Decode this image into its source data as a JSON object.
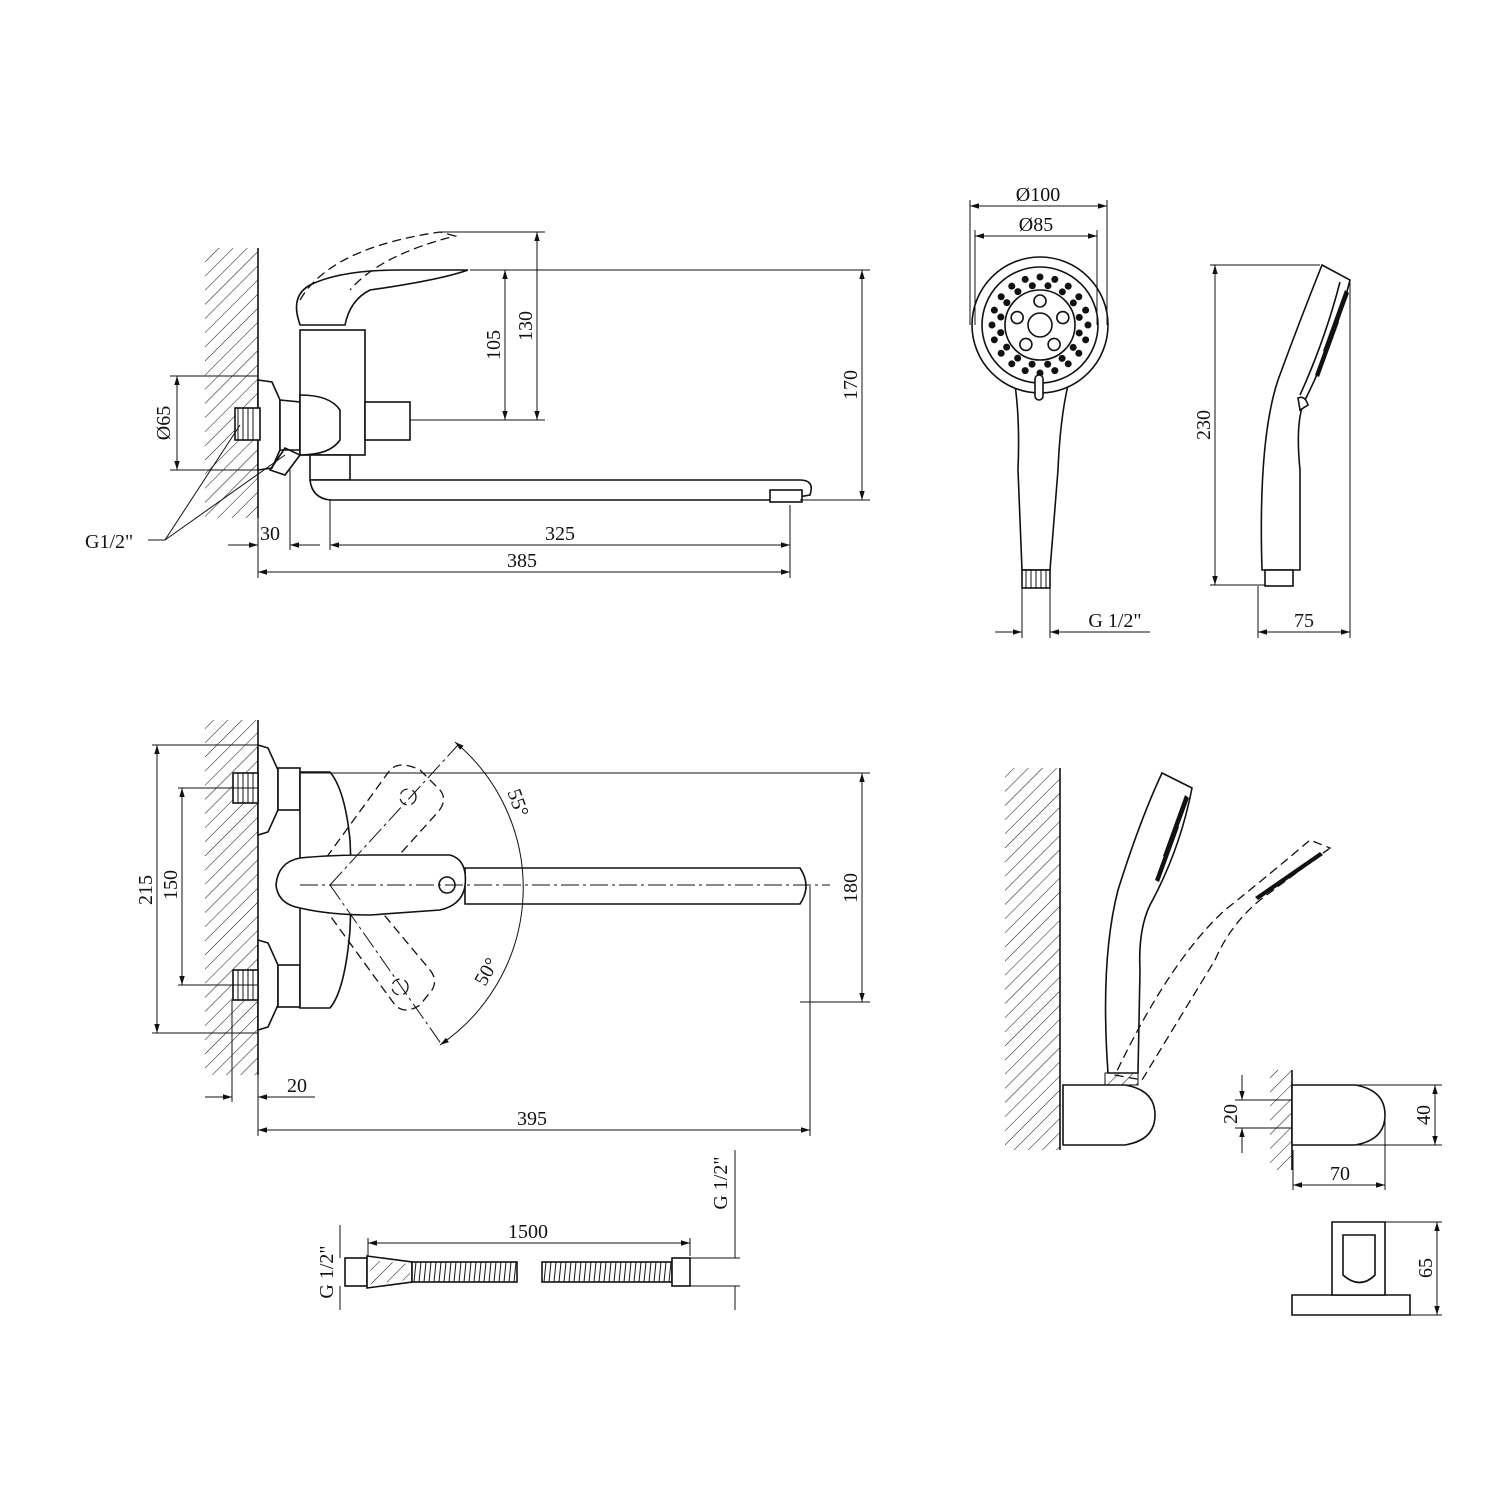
{
  "side_view": {
    "dim_105": "105",
    "dim_130": "130",
    "dim_170": "170",
    "dim_flange_diameter": "Ø65",
    "thread_label": "G1/2\"",
    "dim_30": "30",
    "dim_325": "325",
    "dim_385": "385"
  },
  "shower_head": {
    "dim_outer_diameter": "Ø100",
    "dim_inner_diameter": "Ø85",
    "thread_label": "G 1/2\"",
    "dim_length": "230",
    "dim_depth": "75"
  },
  "top_view": {
    "dim_215": "215",
    "dim_150": "150",
    "angle_upper": "55°",
    "angle_lower": "50°",
    "dim_180": "180",
    "dim_20": "20",
    "dim_395": "395"
  },
  "hose": {
    "dim_length": "1500",
    "thread_left": "G 1/2\"",
    "thread_right": "G 1/2\""
  },
  "holder": {
    "dim_20": "20",
    "dim_40": "40",
    "dim_70": "70",
    "dim_65": "65"
  }
}
